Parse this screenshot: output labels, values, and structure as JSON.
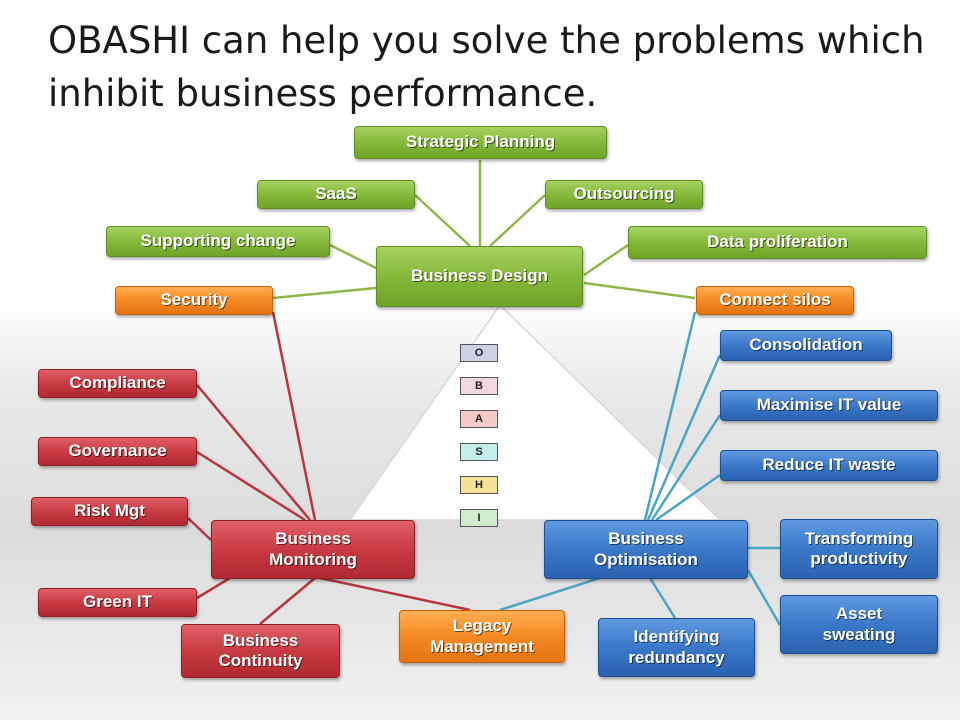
{
  "title": "OBASHI can help you solve the problems which inhibit business performance.",
  "hubs": {
    "design": "Business Design",
    "monitoring": "Business Monitoring",
    "optimisation": "Business Optimisation"
  },
  "design_items": {
    "strategic_planning": "Strategic Planning",
    "saas": "SaaS",
    "outsourcing": "Outsourcing",
    "supporting_change": "Supporting change",
    "data_proliferation": "Data proliferation"
  },
  "shared_items": {
    "security": "Security",
    "connect_silos": "Connect silos",
    "legacy_management": "Legacy Management"
  },
  "monitoring_items": {
    "compliance": "Compliance",
    "governance": "Governance",
    "risk_mgt": "Risk Mgt",
    "green_it": "Green IT",
    "business_continuity": "Business Continuity"
  },
  "optimisation_items": {
    "consolidation": "Consolidation",
    "maximise_it_value": "Maximise IT value",
    "reduce_it_waste": "Reduce IT waste",
    "transforming_productivity": "Transforming productivity",
    "asset_sweating": "Asset sweating",
    "identifying_redundancy": "Identifying redundancy"
  },
  "obashi_tiers": [
    "O",
    "B",
    "A",
    "S",
    "H",
    "I"
  ],
  "tier_colors": [
    "#cfcfe6",
    "#f2d7e2",
    "#f4c9c6",
    "#c3ecec",
    "#f6e199",
    "#cfeccc"
  ],
  "colors": {
    "design": "#84b93a",
    "shared": "#f58a22",
    "monitoring": "#c93a42",
    "optimisation": "#3b78c9"
  }
}
